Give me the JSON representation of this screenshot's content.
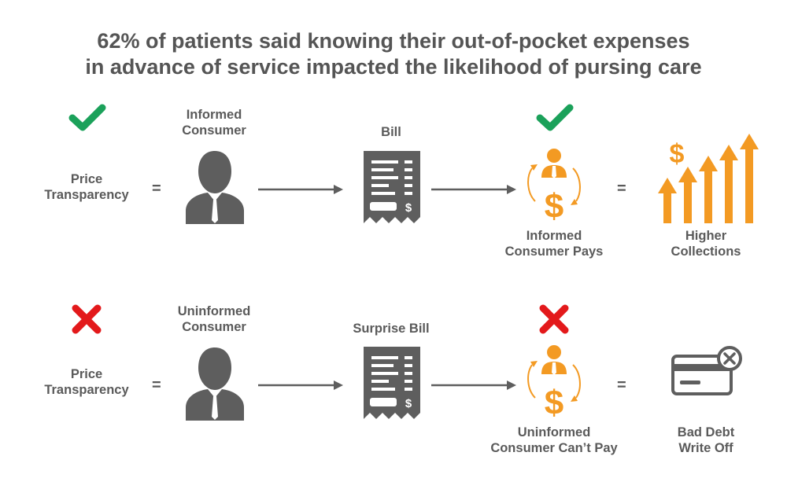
{
  "title": {
    "line1": "62% of patients said knowing their out-of-pocket expenses",
    "line2": "in advance of service impacted the likelihood of pursing care"
  },
  "rows": [
    {
      "status": "check",
      "price_label": [
        "Price",
        "Transparency"
      ],
      "equals1": "=",
      "consumer_label": [
        "Informed",
        "Consumer"
      ],
      "bill_label": "Bill",
      "bill_symbol": "$",
      "payer_symbol": "$",
      "payer_label": [
        "Informed",
        "Consumer Pays"
      ],
      "equals2": "=",
      "result_symbol": "$",
      "result_label": [
        "Higher",
        "Collections"
      ]
    },
    {
      "status": "cross",
      "price_label": [
        "Price",
        "Transparency"
      ],
      "equals1": "=",
      "consumer_label": [
        "Uninformed",
        "Consumer"
      ],
      "bill_label": "Surprise Bill",
      "bill_symbol": "$",
      "payer_symbol": "$",
      "payer_label": [
        "Uninformed",
        "Consumer Can’t Pay"
      ],
      "equals2": "=",
      "result_label": [
        "Bad Debt",
        "Write Off"
      ]
    }
  ],
  "colors": {
    "text": "#555555",
    "icon_gray": "#5e5e5e",
    "orange": "#f39a23",
    "green": "#1ba15a",
    "red": "#e3191b"
  },
  "icons": [
    "check-icon",
    "cross-icon",
    "person-icon",
    "bill-icon",
    "arrow-right-icon",
    "cycle-payment-icon",
    "rising-arrows-icon",
    "card-declined-icon"
  ]
}
